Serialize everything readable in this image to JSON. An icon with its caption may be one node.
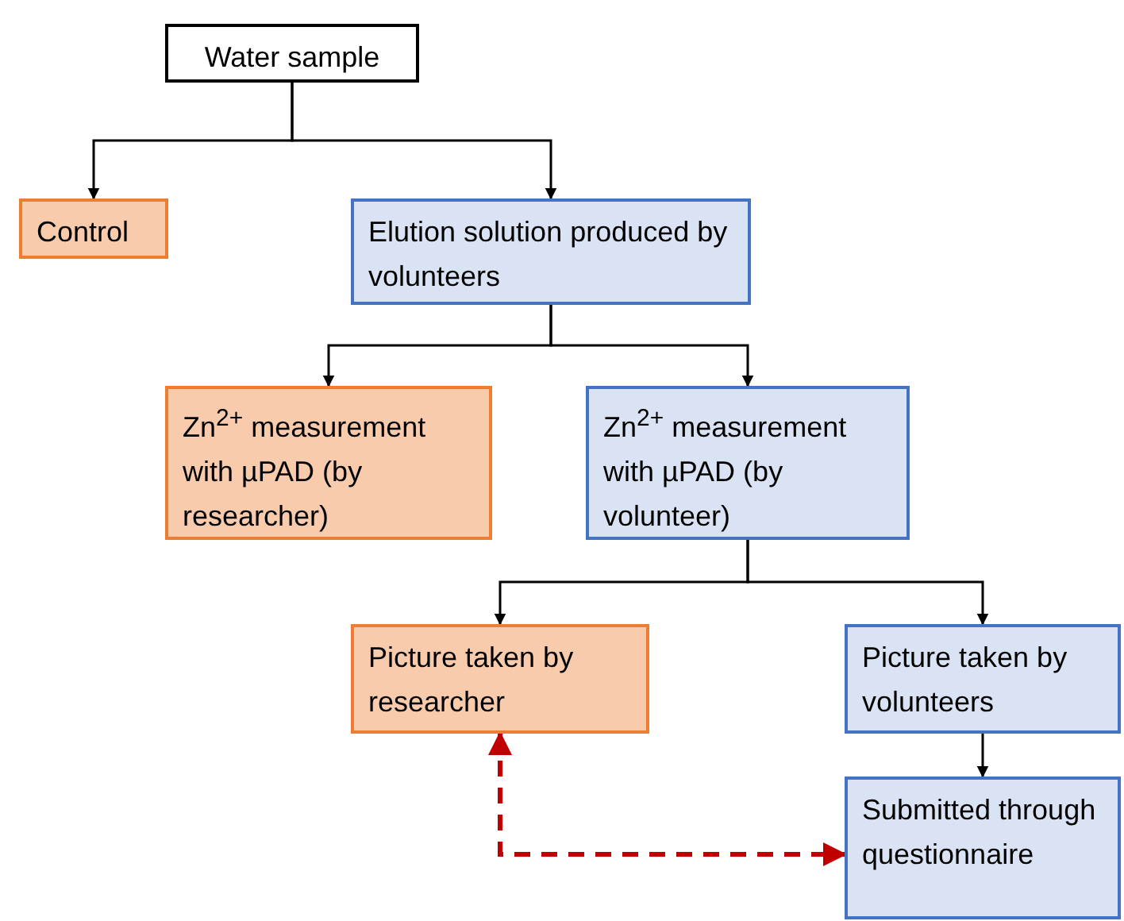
{
  "diagram": {
    "nodes": [
      {
        "text": [
          "Water sample"
        ]
      },
      {
        "text": [
          "Control"
        ]
      },
      {
        "text": [
          "Elution solution produced by volunteers"
        ]
      },
      {
        "text": [
          "Zn$^{2+}$ measurement with µPAD (by researcher)"
        ]
      },
      {
        "text": [
          "Zn$^{2+}$ measurement with µPAD (by volunteer)"
        ]
      },
      {
        "text": [
          "Picture taken by researcher"
        ]
      },
      {
        "text": [
          "Picture taken by volunteers"
        ]
      },
      {
        "text": [
          "Submitted through questionnaire"
        ]
      }
    ],
    "edges": [
      {
        "from": 0,
        "to": 1,
        "arrow": "to"
      },
      {
        "from": 0,
        "to": 2,
        "arrow": "to"
      },
      {
        "from": 2,
        "to": 3,
        "arrow": "to"
      },
      {
        "from": 2,
        "to": 4,
        "arrow": "to"
      },
      {
        "from": 4,
        "to": 5,
        "arrow": "to"
      },
      {
        "from": 4,
        "to": 6,
        "arrow": "to"
      },
      {
        "from": 6,
        "to": 7,
        "arrow": "to"
      },
      {
        "from": 5,
        "to": 7,
        "arrow": "both",
        "style": "dashed",
        "color": "#c00000"
      }
    ]
  }
}
